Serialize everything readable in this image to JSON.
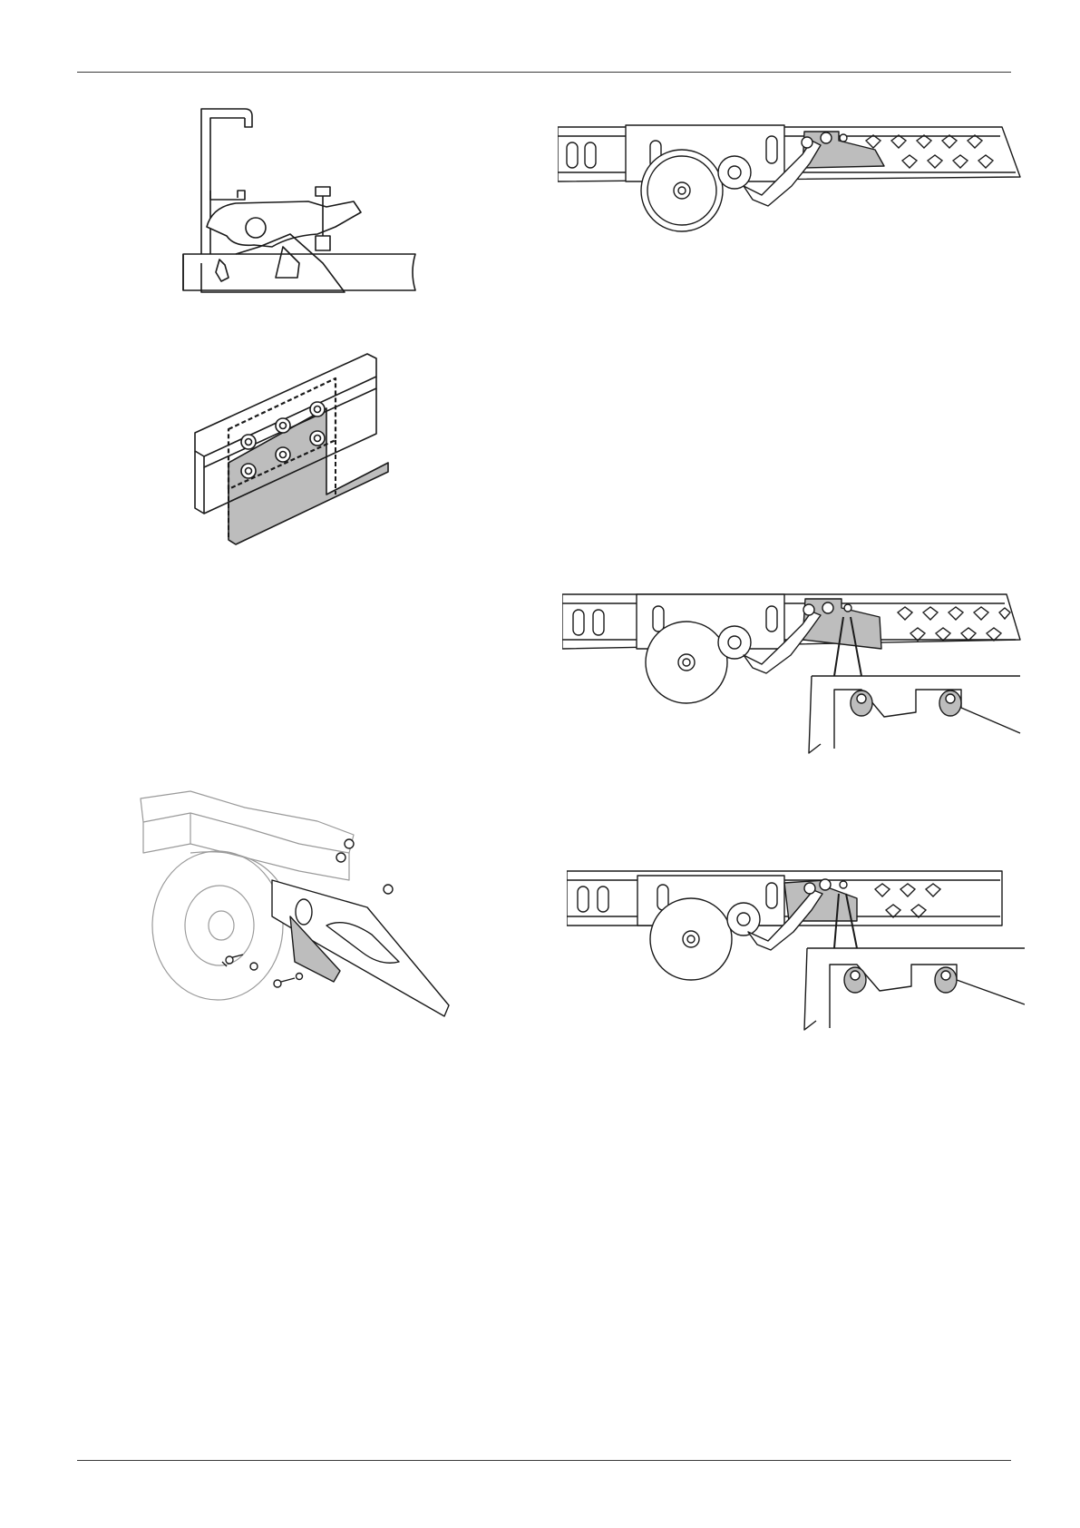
{
  "page": {
    "background": "#ffffff",
    "line_color": "#1a1a1a",
    "bracket_fill": "#bdbdbd",
    "ghost_color": "#9a9a9a"
  },
  "figures": [
    {
      "id": "c-rail-clamp",
      "icon": "clamp-on-chassis-section"
    },
    {
      "id": "bolted-plate",
      "icon": "bolted-bracket-on-rail"
    },
    {
      "id": "axle-bracket-exploded",
      "icon": "exploded-axle-bracket"
    },
    {
      "id": "stabiliser-fitted",
      "icon": "axle-with-stabiliser-bracket"
    },
    {
      "id": "stabiliser-detail-1",
      "icon": "bracket-keyhole-detail"
    },
    {
      "id": "stabiliser-detail-2",
      "icon": "bracket-keyhole-detail"
    }
  ]
}
